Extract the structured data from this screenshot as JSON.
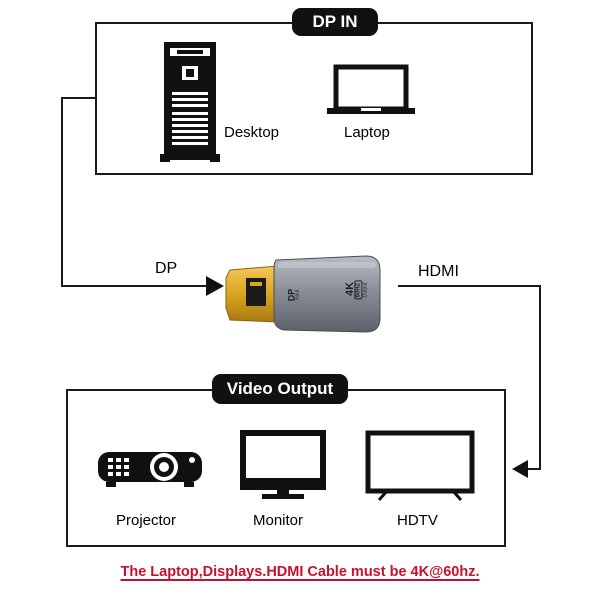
{
  "source_box": {
    "title": "DP IN",
    "items": [
      "Desktop",
      "Laptop"
    ]
  },
  "connections": {
    "input_label": "DP",
    "output_label": "HDMI"
  },
  "adapter": {
    "input_marking": "DP",
    "input_sub": "input",
    "resolution_badge": "4K",
    "refresh_badge": "60HZ",
    "output_sub": "Output"
  },
  "output_box": {
    "title": "Video Output",
    "items": [
      "Projector",
      "Monitor",
      "HDTV"
    ]
  },
  "footer": {
    "note": "The Laptop,Displays.HDMI Cable must be 4K@60hz.",
    "note_color": "#c8102e"
  },
  "colors": {
    "line": "#1a1a1a",
    "gold": "#d9a520",
    "adapter_body": "#8a8f99"
  }
}
